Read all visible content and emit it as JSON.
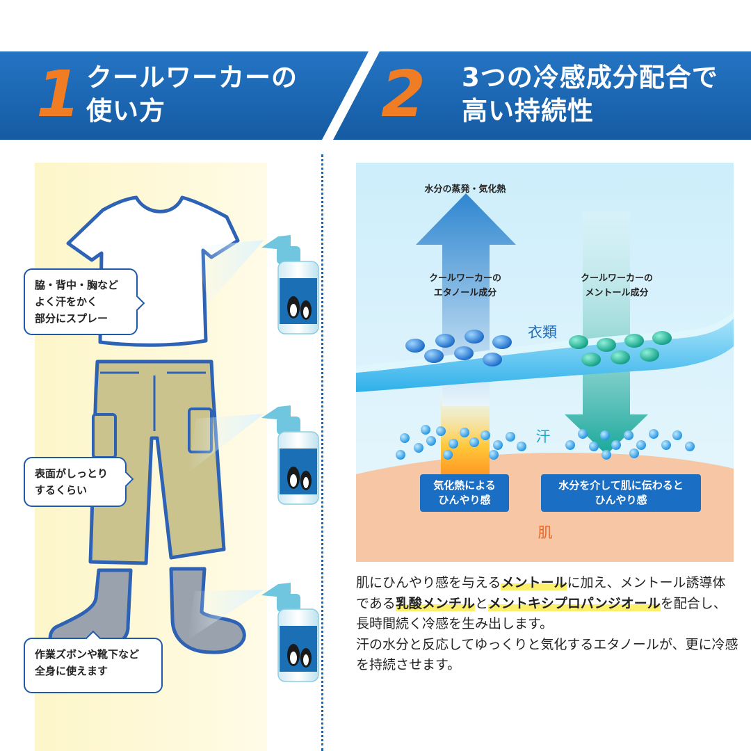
{
  "colors": {
    "banner_blue": "#1d65b0",
    "number_orange": "#f07c24",
    "highlight_yellow": "#fbef6b",
    "skin": "#f7c6a4",
    "panel_sky": "#d7f0fb"
  },
  "section1": {
    "number": "1",
    "title": "クールワーカーの\n使い方"
  },
  "section2": {
    "number": "2",
    "title": "3つの冷感成分配合で\n高い持続性"
  },
  "callouts": {
    "shirt": "脇・背中・胸など\nよく汗をかく\n部分にスプレー",
    "pants": "表面がしっとり\nするくらい",
    "socks": "作業ズボンや靴下など\n全身に使えます"
  },
  "diagram": {
    "evaporation_label": "水分の蒸発・気化熱",
    "ethanol_label": "クールワーカーの\nエタノール成分",
    "menthol_label": "クールワーカーの\nメントール成分",
    "clothes_label": "衣類",
    "sweat_label": "汗",
    "skin_label": "肌",
    "box_left": "気化熱による\nひんやり感",
    "box_right": "水分を介して肌に伝わると\nひんやり感"
  },
  "body": {
    "p1": "肌にひんやり感を与える",
    "h1": "メントール",
    "p2": "に加え、メントール誘導体である",
    "h2": "乳酸メンチル",
    "p3": "と",
    "h3": "メントキシプロパンジオール",
    "p4": "を配合し、長時間続く冷感を生み出します。",
    "p5": "汗の水分と反応してゆっくりと気化するエタノールが、更に冷感を持続させます。"
  }
}
